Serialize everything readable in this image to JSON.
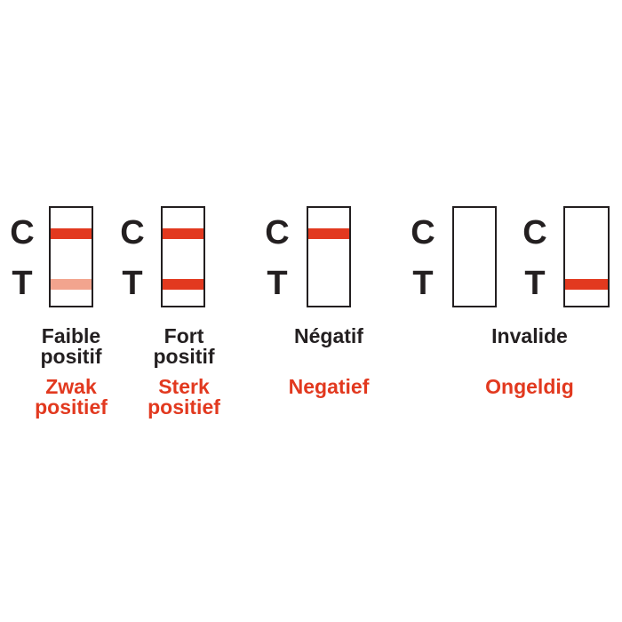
{
  "colors": {
    "ink": "#231f20",
    "line_strong": "#e2391f",
    "line_weak": "#f2a48e",
    "label_nl": "#e2391f"
  },
  "line_labels": {
    "control": "C",
    "test": "T"
  },
  "results": [
    {
      "fr": [
        "Faible",
        "positif"
      ],
      "nl": [
        "Zwak",
        "positief"
      ],
      "control_line": "strong",
      "test_line": "weak"
    },
    {
      "fr": [
        "Fort",
        "positif"
      ],
      "nl": [
        "Sterk",
        "positief"
      ],
      "control_line": "strong",
      "test_line": "strong"
    },
    {
      "fr": [
        "Négatif"
      ],
      "nl": [
        "Negatief"
      ],
      "control_line": "strong",
      "test_line": "none"
    },
    {
      "fr": [
        "Invalide"
      ],
      "nl": [
        "Ongeldig"
      ],
      "strips": [
        {
          "control_line": "none",
          "test_line": "none"
        },
        {
          "control_line": "none",
          "test_line": "strong"
        }
      ]
    }
  ]
}
